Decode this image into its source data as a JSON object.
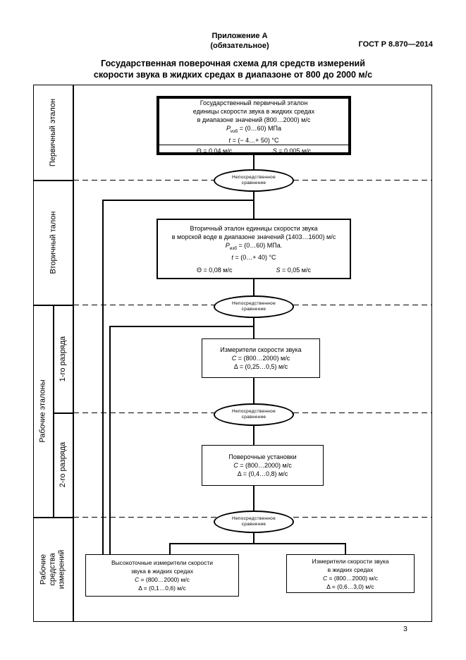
{
  "header": {
    "appendix": "Приложение А",
    "appendix_note": "(обязательное)",
    "standard": "ГОСТ Р 8.870—2014"
  },
  "title": {
    "line1": "Государственная поверочная схема для средств измерений",
    "line2": "скорости звука в жидких средах в диапазоне от 800 до 2000 м/с"
  },
  "sidebar": {
    "primary": "Первичный эталон",
    "secondary": "Вторичный талон",
    "working_standards": "Рабочие эталоны",
    "rank1": "1-го разряда",
    "rank2": "2-го разряда",
    "working_instruments": "Рабочие средства измерений"
  },
  "comparison": {
    "line1": "Непосредственное",
    "line2": "сравнение"
  },
  "primary_box": {
    "line1": "Государственный первичный эталон",
    "line2": "единицы скорости звука в жидких средах",
    "line3": "в диапазоне значений (800…2000) м/с",
    "p_symbol": "P",
    "p_sub": "изб",
    "p_value": " = (0…60) МПа",
    "t_symbol": "t",
    "t_value": " = (− 4…+ 50) °С",
    "theta": "Θ = 0,04 м/с",
    "s_symbol": "S",
    "s_value": " = 0,005 м/с"
  },
  "secondary_box": {
    "line1": "Вторичный эталон единицы скорости звука",
    "line2": "в морской воде в диапазоне значений (1403…1600) м/с",
    "p_symbol": "P",
    "p_sub": "изб",
    "p_value": " = (0…60) МПа.",
    "t_symbol": "t",
    "t_value": " = (0…+ 40) °С",
    "theta": "Θ = 0,08 м/с",
    "s_symbol": "S",
    "s_value": " = 0,05 м/с"
  },
  "rank1_box": {
    "line1": "Измерители скорости звука",
    "c_symbol": "C",
    "c_value": " = (800…2000) м/с",
    "delta": "Δ = (0,25…0,5) м/с"
  },
  "rank2_box": {
    "line1": "Поверочные установки",
    "c_symbol": "C",
    "c_value": " = (800…2000) м/с",
    "delta": "Δ = (0,4…0,8) м/с"
  },
  "instrument_left_box": {
    "line1": "Высокоточные измерители скорости",
    "line2": "звука в жидких средах",
    "c_symbol": "C",
    "c_value": " = (800…2000) м/с",
    "delta": "Δ = (0,1…0,6) м/с"
  },
  "instrument_right_box": {
    "line1": "Измерители скорости звука",
    "line2": "в жидких средах",
    "c_symbol": "C",
    "c_value": " = (800…2000) м/с",
    "delta": "Δ = (0,6…3,0) м/с"
  },
  "page_number": "3"
}
